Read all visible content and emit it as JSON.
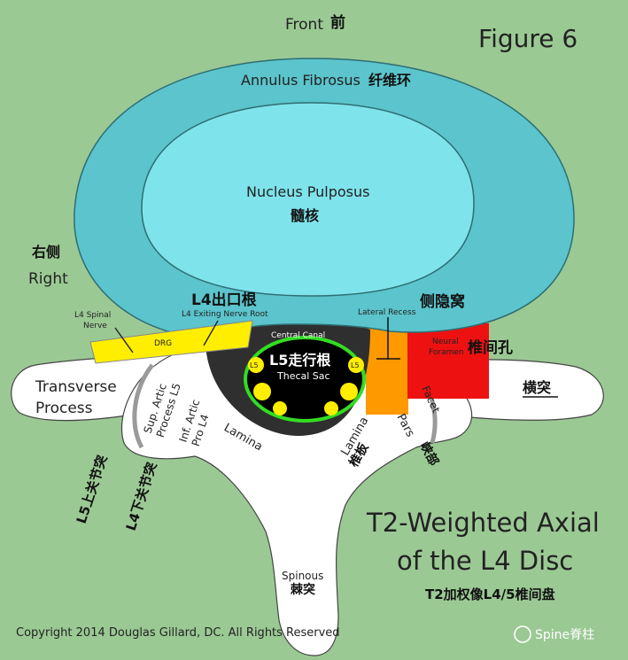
{
  "labels": {
    "front_en": "Front",
    "front_cn": "前",
    "figure": "Figure 6",
    "annulus_en": "Annulus Fibrosus",
    "annulus_cn": "纤维环",
    "nucleus_en": "Nucleus Pulposus",
    "nucleus_cn": "髓核",
    "right_cn": "右侧",
    "right_en": "Right",
    "exiting_cn": "L4出口根",
    "exiting_en": "L4 Exiting Nerve Root",
    "l4_spinal_nerve_1": "L4 Spinal",
    "l4_spinal_nerve_2": "Nerve",
    "drg": "DRG",
    "central_canal": "Central Canal",
    "lateral_recess_en": "Lateral Recess",
    "lateral_recess_cn": "侧隐窝",
    "neural_foramen_1": "Neural",
    "neural_foramen_2": "Foramen",
    "foramen_cn": "椎间孔",
    "traversing_cn": "L5走行根",
    "thecal_sac": "Thecal Sac",
    "l5_left": "L5",
    "l5_right": "L5",
    "transverse_1": "Transverse",
    "transverse_2": "Process",
    "transverse_cn": "横突",
    "sup_artic_1": "Sup. Artic",
    "sup_artic_2": "Process L5",
    "inf_artic_1": "Inf. Artic",
    "inf_artic_2": "Pro L4",
    "lamina_left": "Lamina",
    "lamina_right": "Lamina",
    "lamina_cn": "椎板",
    "pars": "Pars",
    "pars_cn": "峡部",
    "facet": "Facet",
    "sup_facet_cn": "L5上关节突",
    "inf_facet_cn": "L4下关节突",
    "title_line1": "T2-Weighted Axial",
    "title_line2": "of the L4 Disc",
    "title_cn": "T2加权像L4/5椎间盘",
    "spinous_en": "Spinous",
    "spinous_cn": "棘突",
    "copyright": "Copyright 2014 Douglas Gillard, DC. All Rights Reserved",
    "watermark": "Spine脊柱"
  },
  "colors": {
    "background": "#9bc994",
    "annulus": "#5bc4cc",
    "nucleus": "#7fe3ec",
    "bone": "#ffffff",
    "canal": "#2f2f2f",
    "thecal_outline": "#33dd22",
    "nerve_root": "#ffee00",
    "lateral_recess": "#ff9900",
    "neural_foramen": "#ee1111"
  }
}
